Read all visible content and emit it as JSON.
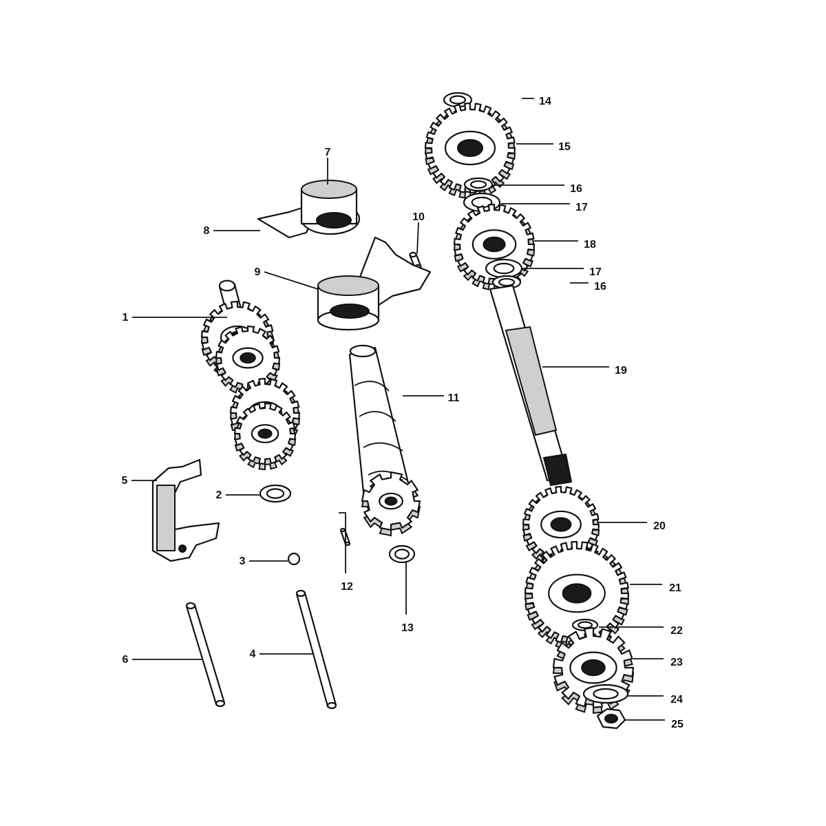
{
  "callouts": [
    {
      "id": "1",
      "label": "1"
    },
    {
      "id": "2",
      "label": "2"
    },
    {
      "id": "3",
      "label": "3"
    },
    {
      "id": "4",
      "label": "4"
    },
    {
      "id": "5",
      "label": "5"
    },
    {
      "id": "6",
      "label": "6"
    },
    {
      "id": "7",
      "label": "7"
    },
    {
      "id": "8",
      "label": "8"
    },
    {
      "id": "9",
      "label": "9"
    },
    {
      "id": "10",
      "label": "10"
    },
    {
      "id": "11",
      "label": "11"
    },
    {
      "id": "12",
      "label": "12"
    },
    {
      "id": "13",
      "label": "13"
    },
    {
      "id": "14",
      "label": "14"
    },
    {
      "id": "15",
      "label": "15"
    },
    {
      "id": "16a",
      "label": "16"
    },
    {
      "id": "17a",
      "label": "17"
    },
    {
      "id": "18",
      "label": "18"
    },
    {
      "id": "17b",
      "label": "17"
    },
    {
      "id": "16b",
      "label": "16"
    },
    {
      "id": "19",
      "label": "19"
    },
    {
      "id": "20",
      "label": "20"
    },
    {
      "id": "21",
      "label": "21"
    },
    {
      "id": "22",
      "label": "22"
    },
    {
      "id": "23",
      "label": "23"
    },
    {
      "id": "24",
      "label": "24"
    },
    {
      "id": "25",
      "label": "25"
    }
  ]
}
